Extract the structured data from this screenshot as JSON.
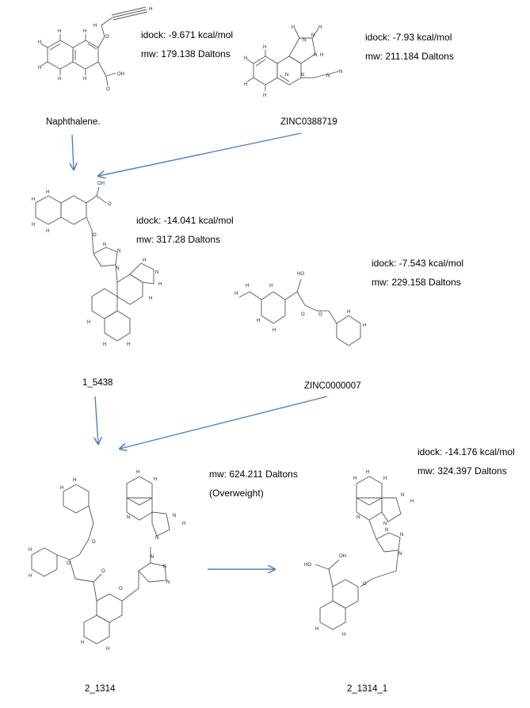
{
  "molecules": [
    {
      "id": "naphthalene",
      "label": "Naphthalene.",
      "idock": "idock: -9.671 kcal/mol",
      "mw": "mw: 179.138 Daltons"
    },
    {
      "id": "zinc0388719",
      "label": "ZINC0388719",
      "idock": "idock: -7.93 kcal/mol",
      "mw": "mw: 211.184 Daltons"
    },
    {
      "id": "m1_5438",
      "label": "1_5438",
      "idock": "idock: -14.041 kcal/mol",
      "mw": "mw: 317.28 Daltons"
    },
    {
      "id": "zinc0000007",
      "label": "ZINC0000007",
      "idock": "idock: -7.543 kcal/mol",
      "mw": "mw: 229.158 Daltons"
    },
    {
      "id": "m2_1314",
      "label": "2_1314",
      "mw": "mw: 624.211 Daltons",
      "note": "(Overweight)"
    },
    {
      "id": "m2_1314_1",
      "label": "2_1314_1",
      "idock": "idock: -14.176 kcal/mol",
      "mw": "mw: 324.397 Daltons"
    }
  ],
  "colors": {
    "arrow": "#4f81bd",
    "bond": "#555555",
    "atom": "#222222",
    "highlight": "#fde9a9"
  }
}
